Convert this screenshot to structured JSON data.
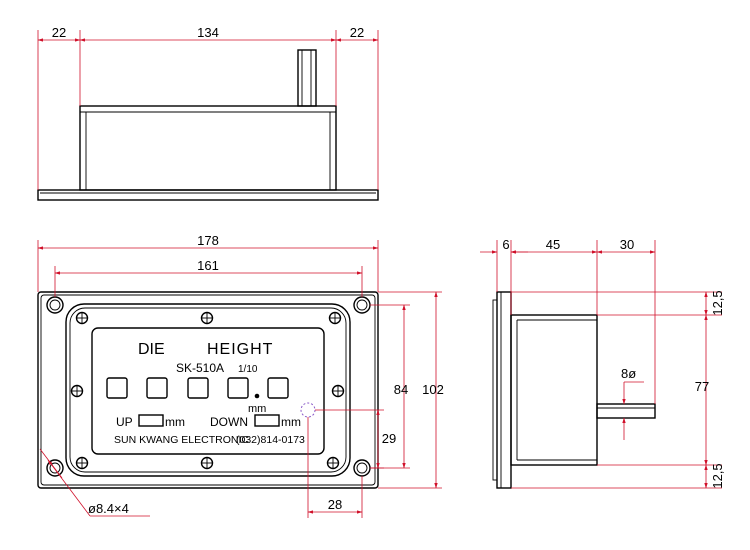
{
  "top_view": {
    "dims": {
      "left": "22",
      "middle": "134",
      "right": "22"
    }
  },
  "front_view": {
    "dims": {
      "overall_width": "178",
      "hole_spacing": "161",
      "inner_height": "84",
      "overall_height": "102",
      "hole_offset_y": "29",
      "hole_offset_x": "28",
      "hole_callout": "ø8.4×4"
    },
    "panel": {
      "title_left": "DIE",
      "title_right": "HEIGHT",
      "model": "SK-510A",
      "resolution": "1/10",
      "unit": "mm",
      "up_label": "UP",
      "up_unit": "mm",
      "down_label": "DOWN",
      "down_unit": "mm",
      "maker": "SUN KWANG ELECTRONIC",
      "phone": "(032)814-0173"
    }
  },
  "side_view": {
    "dims": {
      "flange": "6",
      "body": "45",
      "shaft": "30",
      "shaft_dia": "8ø",
      "top_margin": "12,5",
      "body_height": "77",
      "bottom_margin": "12,5"
    }
  }
}
